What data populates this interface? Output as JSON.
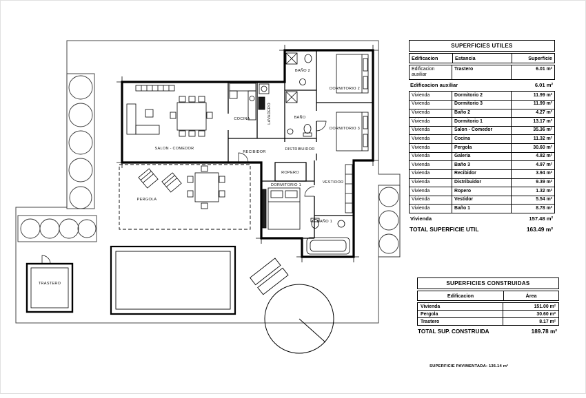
{
  "plan": {
    "rooms": {
      "salon": "SALON - COMEDOR",
      "cocina": "COCINA",
      "lavadero": "LAVADERO",
      "bano": "BAÑO",
      "bano2": "BAÑO 2",
      "dormitorio2": "DORMITORIO 2",
      "dormitorio3": "DORMITORIO 3",
      "recibidor": "RECIBIDOR",
      "distribuidor": "DISTRIBUIDOR",
      "ropero": "ROPERO",
      "dormitorio1": "DORMITORIO 1",
      "vestidor": "VESTIDOR",
      "bano1": "BAÑO 1",
      "pergola": "PERGOLA",
      "trastero": "TRASTERO"
    }
  },
  "utiles": {
    "title": "SUPERFICIES UTILES",
    "headers": [
      "Edificacion",
      "Estancia",
      "Superficie"
    ],
    "aux_rows": [
      [
        "Edificacion auxiliar",
        "Trastero",
        "6.01 m²"
      ]
    ],
    "subtotal_auxiliar": {
      "label": "Edificacion auxiliar",
      "value": "6.01 m²"
    },
    "vivienda_rows": [
      [
        "Vivienda",
        "Dormitorio 2",
        "11.99 m²"
      ],
      [
        "Vivienda",
        "Dormitorio 3",
        "11.99 m²"
      ],
      [
        "Vivienda",
        "Baño 2",
        "4.27 m²"
      ],
      [
        "Vivienda",
        "Dormitorio 1",
        "13.17 m²"
      ],
      [
        "Vivienda",
        "Salon - Comedor",
        "35.36 m²"
      ],
      [
        "Vivienda",
        "Cocina",
        "11.32 m²"
      ],
      [
        "Vivienda",
        "Pergola",
        "30.60 m²"
      ],
      [
        "Vivienda",
        "Galeria",
        "4.82 m²"
      ],
      [
        "Vivienda",
        "Baño 3",
        "4.97 m²"
      ],
      [
        "Vivienda",
        "Recibidor",
        "3.94 m²"
      ],
      [
        "Vivienda",
        "Distribuidor",
        "9.39 m²"
      ],
      [
        "Vivienda",
        "Ropero",
        "1.32 m²"
      ],
      [
        "Vivienda",
        "Vestidor",
        "5.54 m²"
      ],
      [
        "Vivienda",
        "Baño 1",
        "8.78 m²"
      ]
    ],
    "subtotal_vivienda": {
      "label": "Vivienda",
      "value": "157.48 m²"
    },
    "total": {
      "label": "TOTAL SUPERFICIE UTIL",
      "value": "163.49 m²"
    }
  },
  "construidas": {
    "title": "SUPERFICIES CONSTRUIDAS",
    "headers": [
      "Edificacion",
      "Área"
    ],
    "rows": [
      [
        "Vivienda",
        "151.00 m²"
      ],
      [
        "Pergola",
        "30.60 m²"
      ],
      [
        "Trastero",
        "8.17 m²"
      ]
    ],
    "total": {
      "label": "TOTAL SUP. CONSTRUIDA",
      "value": "189.78 m²"
    }
  },
  "footer": {
    "pavimentada": "SUPERFICIE PAVIMENTADA: 136.14 m²"
  }
}
